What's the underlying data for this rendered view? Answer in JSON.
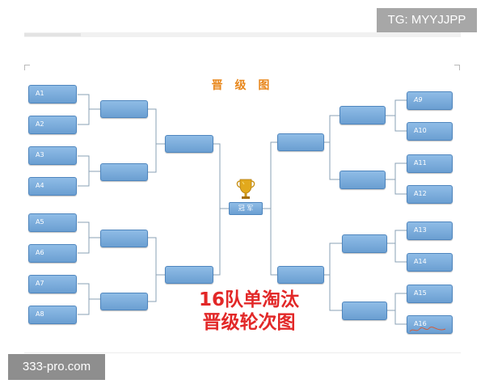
{
  "watermarks": {
    "top_right": "TG: MYYJJPP",
    "bottom_left": "333-pro.com"
  },
  "bracket": {
    "title": "晋 级 图",
    "champion_label": "冠 军",
    "heading_line1": "16队单淘汰",
    "heading_line2": "晋级轮次图",
    "left_teams": [
      "A1",
      "A2",
      "A3",
      "A4",
      "A5",
      "A6",
      "A7",
      "A8"
    ],
    "right_teams": [
      "A9",
      "A10",
      "A11",
      "A12",
      "A13",
      "A14",
      "A15",
      "A16"
    ]
  },
  "colors": {
    "box_fill": "#7eaedd",
    "box_border": "#4f86be",
    "title_orange": "#e8871c",
    "heading_red": "#e22828",
    "line": "#8aa0b4"
  }
}
